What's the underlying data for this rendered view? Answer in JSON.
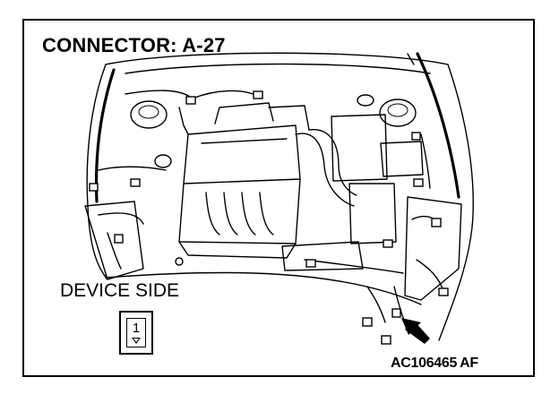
{
  "title": "CONNECTOR: A-27",
  "device_side_label": "DEVICE SIDE",
  "connector": {
    "pin": "1"
  },
  "figure_code": {
    "main": "AC106465",
    "suffix": "AF"
  }
}
